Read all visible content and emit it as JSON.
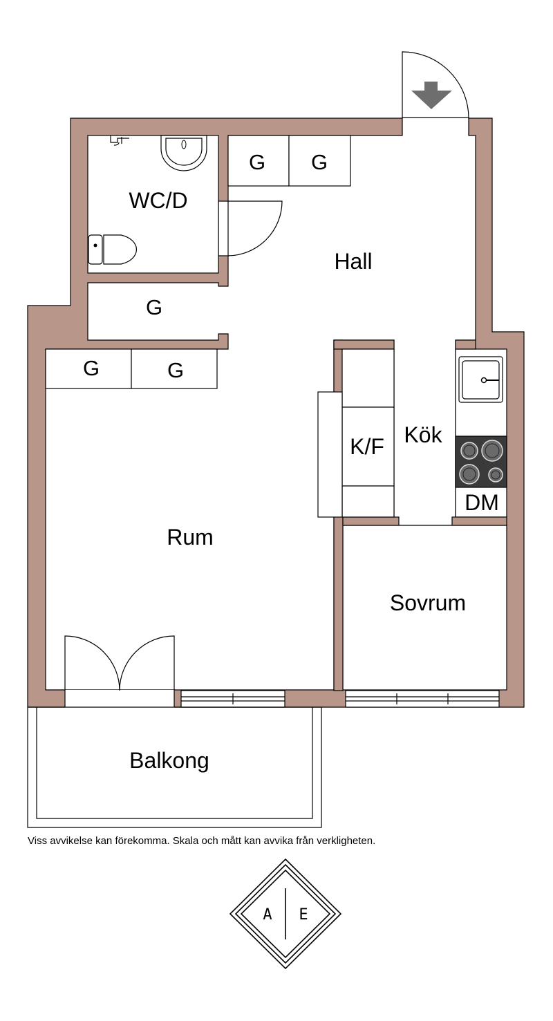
{
  "rooms": {
    "wc": "WC/D",
    "hall": "Hall",
    "kok": "Kök",
    "kf": "K/F",
    "dm": "DM",
    "rum": "Rum",
    "sovrum": "Sovrum",
    "balkong": "Balkong"
  },
  "storage": {
    "g1": "G",
    "g2": "G",
    "g3": "G",
    "g4": "G",
    "g5": "G"
  },
  "disclaimer": "Viss avvikelse kan förekomma. Skala och mått kan avvika från verkligheten.",
  "logo": {
    "left": "A",
    "right": "E"
  },
  "colors": {
    "wall": "#b9968a",
    "stove": "#3a3a3a"
  }
}
